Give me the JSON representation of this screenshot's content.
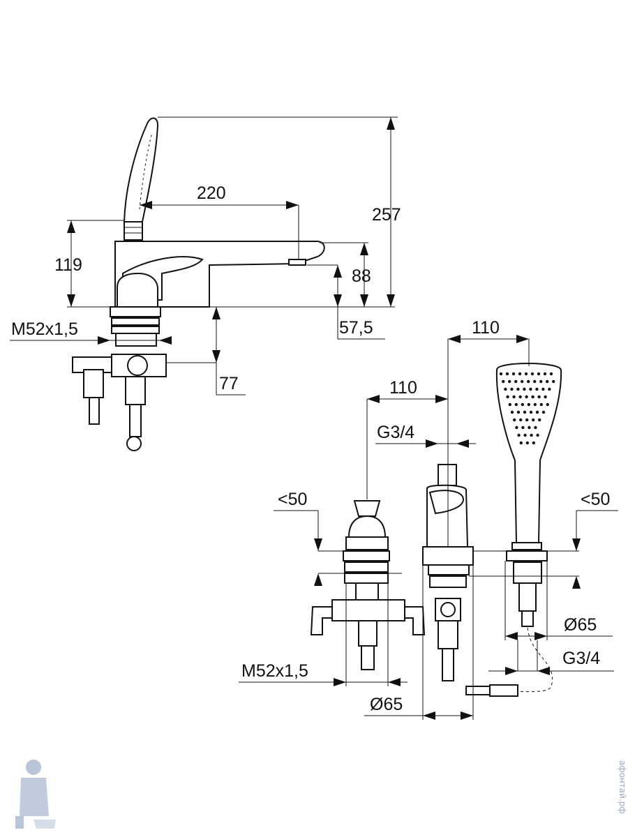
{
  "dimensions": {
    "height_total": "257",
    "spout_reach": "220",
    "body_height": "119",
    "spout_outlet_height": "88",
    "spout_offset": "57,5",
    "thread_top": "M52x1,5",
    "below_deck": "77",
    "spacing_right": "110",
    "spacing_left": "110",
    "connection_top": "G3/4",
    "deck_max_left": "<50",
    "deck_max_right": "<50",
    "diameter_right": "65",
    "connection_right": "G3/4",
    "thread_bottom": "M52x1,5",
    "diameter_bottom": "65"
  },
  "symbols": {
    "diameter": "Ø"
  },
  "watermark": {
    "vertical_text": "афонтай.рф"
  }
}
